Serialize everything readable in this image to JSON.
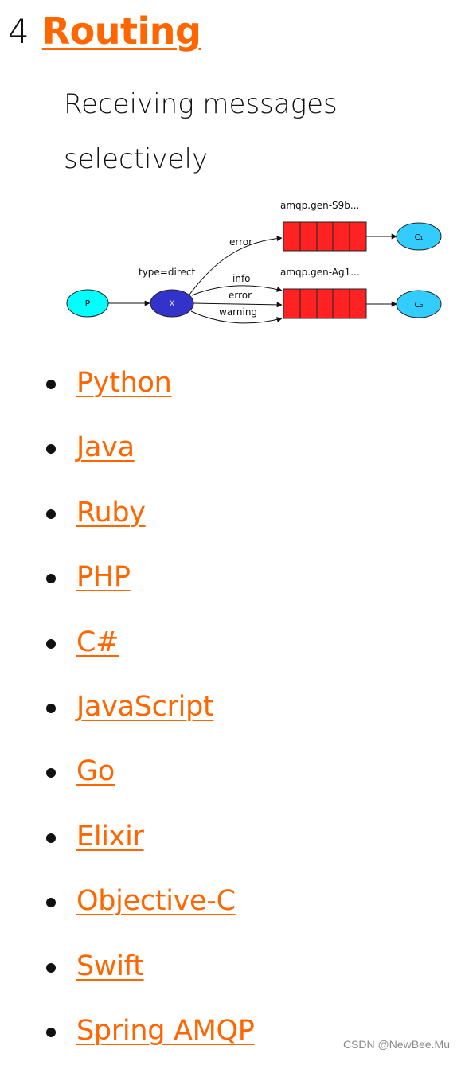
{
  "section": {
    "number": "4",
    "title": "Routing",
    "subtitle": "Receiving messages selectively"
  },
  "diagram": {
    "producer_label": "P",
    "exchange_label": "X",
    "exchange_type_label": "type=direct",
    "queue1_name": "amqp.gen-S9b...",
    "queue2_name": "amqp.gen-Ag1...",
    "consumer1_label": "C₁",
    "consumer2_label": "C₂",
    "binding_queue1": "error",
    "binding_queue2_info": "info",
    "binding_queue2_error": "error",
    "binding_queue2_warning": "warning",
    "colors": {
      "producer": "#00ffff",
      "exchange": "#3333cc",
      "queue": "#ff2222",
      "consumer": "#33ccff",
      "link": "#ff6600"
    }
  },
  "languages": [
    "Python",
    "Java",
    "Ruby",
    "PHP",
    "C#",
    "JavaScript",
    "Go",
    "Elixir",
    "Objective-C",
    "Swift",
    "Spring AMQP"
  ],
  "watermark": "CSDN @NewBee.Mu"
}
